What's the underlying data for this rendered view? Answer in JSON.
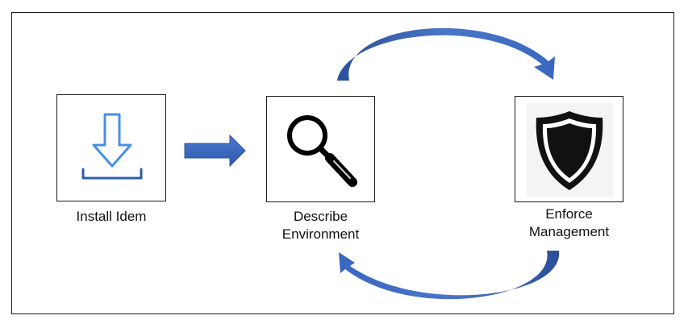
{
  "steps": [
    {
      "id": "install",
      "label": "Install Idem",
      "icon": "download-icon"
    },
    {
      "id": "describe",
      "label_line1": "Describe",
      "label_line2": "Environment",
      "icon": "magnifier-icon"
    },
    {
      "id": "enforce",
      "label_line1": "Enforce",
      "label_line2": "Management",
      "icon": "shield-icon"
    }
  ],
  "colors": {
    "arrow_blue": "#3a68c0",
    "arrow_dark": "#2b4f9a",
    "download_blue": "#4a90e2",
    "download_tray": "#2b5fa8"
  }
}
